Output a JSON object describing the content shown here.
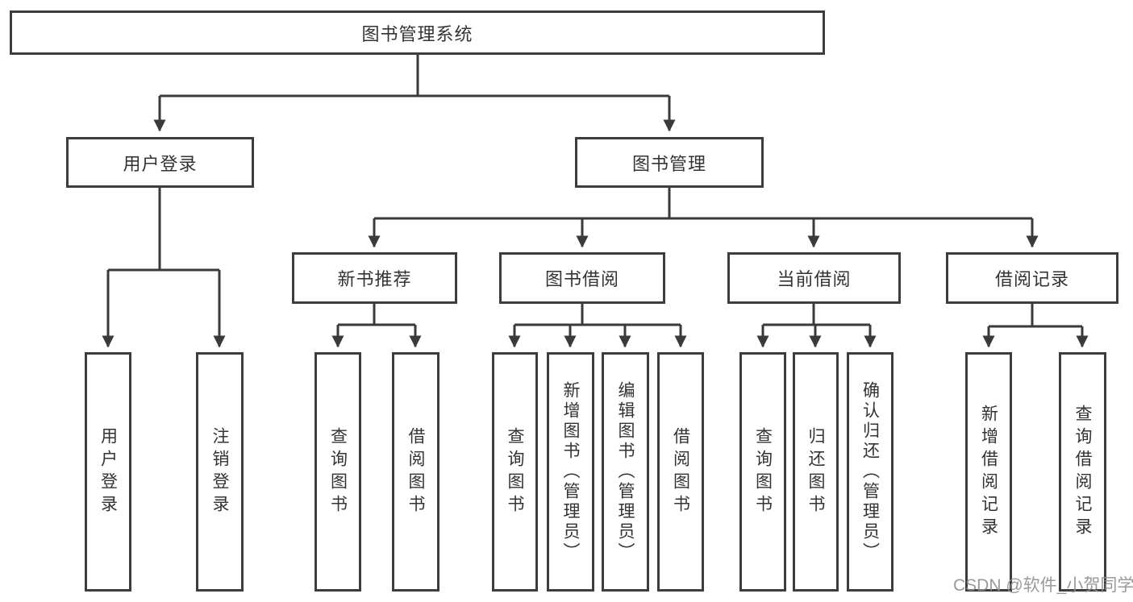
{
  "tree": {
    "label": "图书管理系统",
    "children": [
      {
        "label": "用户登录",
        "children": [
          {
            "label": "用户登录"
          },
          {
            "label": "注销登录"
          }
        ]
      },
      {
        "label": "图书管理",
        "children": [
          {
            "label": "新书推荐",
            "children": [
              {
                "label": "查询图书"
              },
              {
                "label": "借阅图书"
              }
            ]
          },
          {
            "label": "图书借阅",
            "children": [
              {
                "label": "查询图书"
              },
              {
                "label": "新增图书（管理员）"
              },
              {
                "label": "编辑图书（管理员）"
              },
              {
                "label": "借阅图书"
              }
            ]
          },
          {
            "label": "当前借阅",
            "children": [
              {
                "label": "查询图书"
              },
              {
                "label": "归还图书"
              },
              {
                "label": "确认归还（管理员）"
              }
            ]
          },
          {
            "label": "借阅记录",
            "children": [
              {
                "label": "新增借阅记录"
              },
              {
                "label": "查询借阅记录"
              }
            ]
          }
        ]
      }
    ]
  },
  "watermark": {
    "text": "CSDN @软件_小贺同学"
  },
  "colors": {
    "line": "#3a3a3a",
    "box_border": "#3d3d3d",
    "text": "#333333",
    "watermark": "#8f8f8f",
    "background": "#ffffff"
  }
}
